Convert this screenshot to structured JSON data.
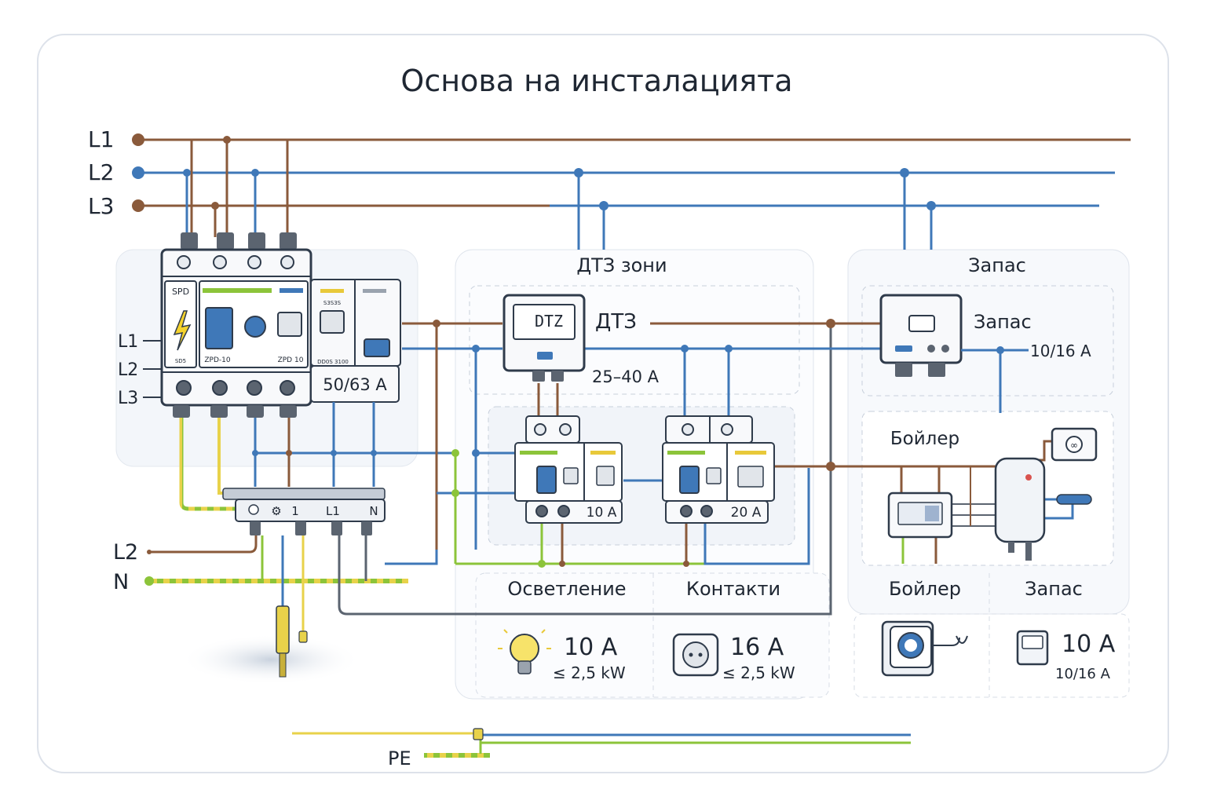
{
  "title": "Основа на инсталацията",
  "colors": {
    "brown": "#8a5a3b",
    "blue": "#3f78b8",
    "green": "#8cc43a",
    "yellow": "#e8d24a",
    "grid": "#2f3b4b"
  },
  "supply_lines": {
    "l1": "L1",
    "l2": "L2",
    "l3": "L3"
  },
  "main_panel": {
    "l1": "L1",
    "l2": "L2",
    "l3": "L3",
    "spd_label": "SPD",
    "spd_text": "SD5",
    "module_label_1": "ZPD-10",
    "module_label_2": "ZPD 10",
    "switch_label": "50/63 A",
    "module_tag_1": "S3S3S",
    "module_tag_2": "DD0S 3100"
  },
  "busbar": {
    "t1": "1",
    "l1": "L1",
    "n": "N"
  },
  "bottom_lines": {
    "l2": "L2",
    "n": "N",
    "pe": "PE"
  },
  "rcd_zone": {
    "title": "ДТЗ зони",
    "device_text": "DTZ",
    "device_label": "ДТЗ",
    "rating": "25–40 A",
    "breaker1": "10 A",
    "breaker2": "20 A",
    "circuit1": "Осветление",
    "circuit2": "Контакти",
    "spec1_rating": "10 A",
    "spec1_power": "≤ 2,5 kW",
    "spec2_rating": "16 A",
    "spec2_power": "≤ 2,5 kW"
  },
  "reserve_zone": {
    "title": "Запас",
    "device_label": "Запас",
    "rating": "10/16 A",
    "boiler_section": "Бойлер",
    "label_boiler": "Бойлер",
    "label_reserve": "Запас",
    "spec_rating": "10 A",
    "spec_sub": "10/16 A"
  }
}
